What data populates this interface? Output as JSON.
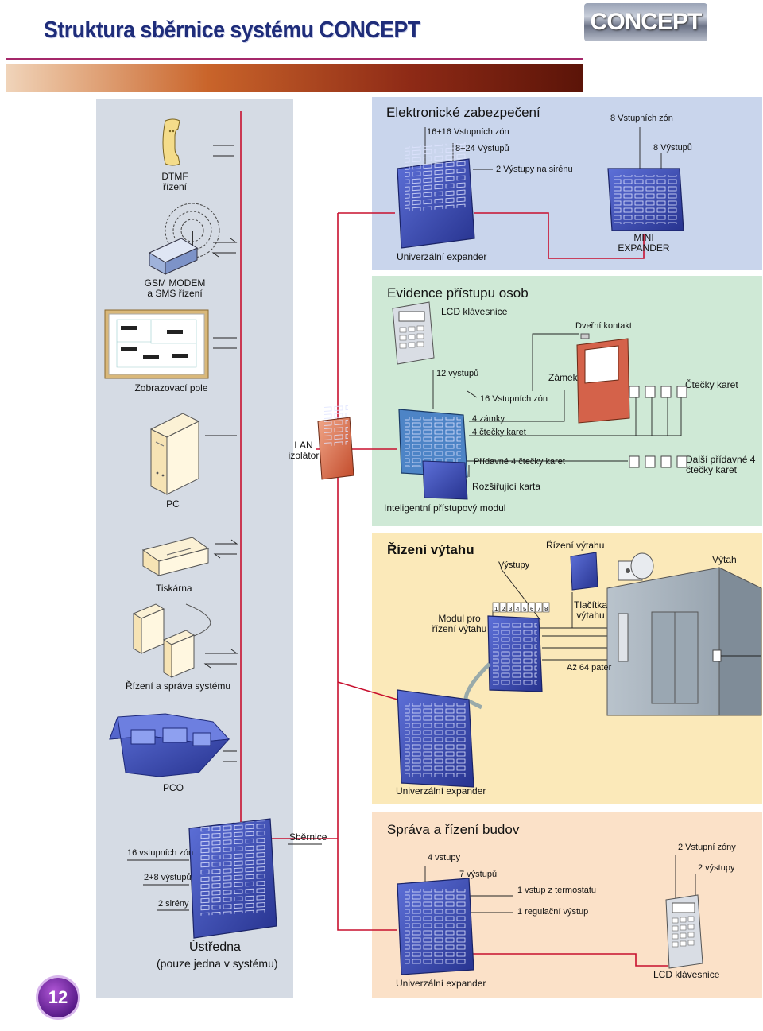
{
  "page": {
    "title": "Struktura sběrnice systému CONCEPT",
    "logo_text": "CONCEPT",
    "page_number": "12"
  },
  "colors": {
    "bus_line": "#c8102e",
    "panel_security": "#c9d5ec",
    "panel_access": "#cfe9d6",
    "panel_lift": "#fbe9b9",
    "panel_building": "#fbe1c8",
    "left_column": "#d5dbe4",
    "device_blue": "#3446b8"
  },
  "left_devices": {
    "dtmf": "DTMF\nřízení",
    "gsm": "GSM MODEM\na SMS řízení",
    "display": "Zobrazovací pole",
    "pc": "PC",
    "lan": "LAN\nizolátor",
    "printer": "Tiskárna",
    "management": "Řízení a správa systému",
    "pco": "PCO"
  },
  "control_panel": {
    "zones": "16 vstupních zón",
    "outputs": "2+8 výstupů",
    "sirens": "2 sirény",
    "bus": "Sběrnice",
    "name": "Ústředna",
    "note": "(pouze jedna v systému)"
  },
  "security": {
    "title": "Elektronické zabezpečení",
    "zones": "16+16 Vstupních zón",
    "outputs": "8+24 Výstupů",
    "siren": "2 Výstupy na sirénu",
    "expander": "Univerzální expander",
    "mini_zones": "8 Vstupních zón",
    "mini_outputs": "8 Výstupů",
    "mini_name": "MINI\nEXPANDER"
  },
  "access": {
    "title": "Evidence přístupu osob",
    "lcd": "LCD klávesnice",
    "door_contact": "Dveřní kontakt",
    "outputs12": "12 výstupů",
    "lock": "Zámek",
    "readers": "Čtečky karet",
    "zones16": "16 Vstupních zón",
    "locks4": "4 zámky",
    "readers4": "4 čtečky karet",
    "add_readers": "Přídavné 4 čtečky karet",
    "more_readers": "Další přídavné 4\nčtečky karet",
    "ext_card": "Rozšiřující karta",
    "module": "Inteligentní přístupový modul"
  },
  "lift": {
    "title": "Řízení výtahu",
    "outputs": "Výstupy",
    "control": "Řízení výtahu",
    "lift": "Výtah",
    "module": "Modul pro\nřízení výtahu",
    "buttons": "Tlačítka\nvýtahu",
    "floors": "Až 64 pater",
    "expander": "Univerzální expander",
    "numbers": [
      "1",
      "2",
      "3",
      "4",
      "5",
      "6",
      "7",
      "8"
    ]
  },
  "building": {
    "title": "Správa a řízení budov",
    "inputs4": "4 vstupy",
    "outputs7": "7 výstupů",
    "thermostat": "1 vstup z termostatu",
    "regulation": "1 regulační výstup",
    "zones2": "2 Vstupní zóny",
    "outputs2": "2 výstupy",
    "expander": "Univerzální expander",
    "lcd": "LCD klávesnice"
  }
}
